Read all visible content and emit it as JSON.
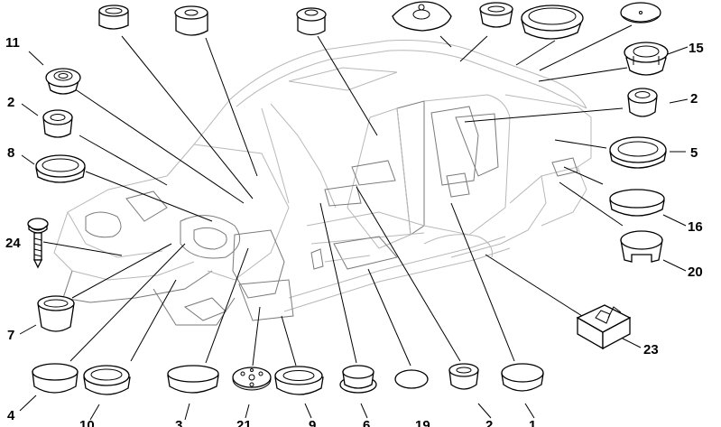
{
  "callouts": {
    "c11": "11",
    "c2_left": "2",
    "c8": "8",
    "c24": "24",
    "c7": "7",
    "c4": "4",
    "c10": "10",
    "c3": "3",
    "c21": "21",
    "c9": "9",
    "c6": "6",
    "c19": "19",
    "c2_bottom": "2",
    "c1": "1",
    "c23": "23",
    "c20": "20",
    "c16": "16",
    "c5": "5",
    "c2_right": "2",
    "c15": "15"
  },
  "colors": {
    "line": "#000000",
    "body_outline": "#b8b8b8",
    "background": "#ffffff"
  }
}
